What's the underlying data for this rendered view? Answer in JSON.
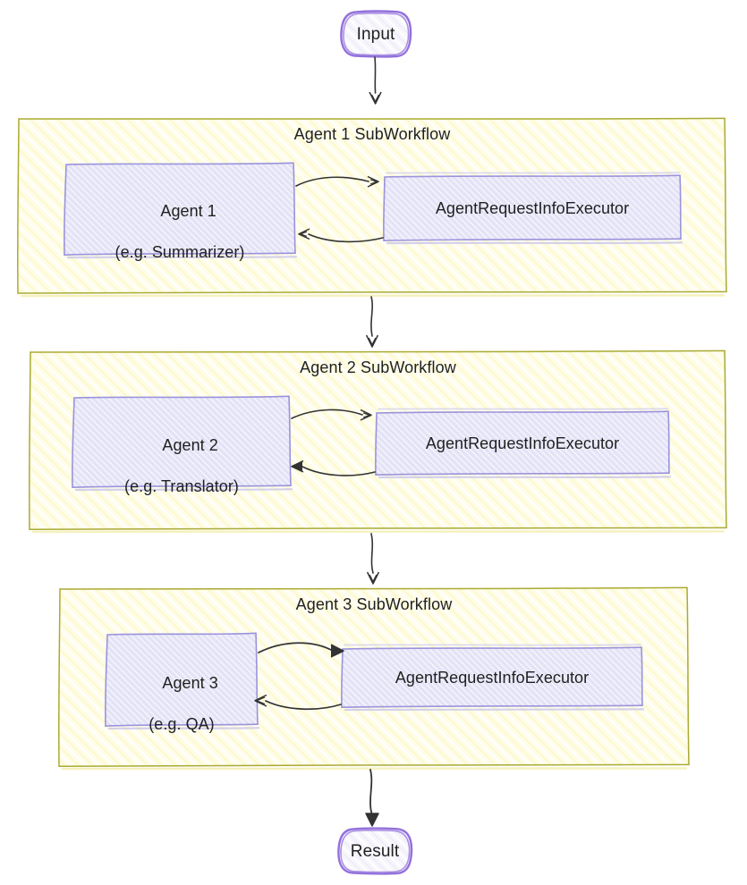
{
  "diagram": {
    "type": "flowchart",
    "direction": "top-to-bottom",
    "renderer": "hand-drawn-sketch",
    "background_color": "#ffffff"
  },
  "colors": {
    "terminal_border": "#9370db",
    "terminal_fill": "#f4f3fb",
    "node_border": "#9a93dd",
    "node_fill": "#e2e1f5",
    "cluster_border": "#aaaa33",
    "cluster_fill": "#fffde7",
    "edge_stroke": "#333333",
    "text": "#1f2020"
  },
  "terminals": {
    "start": {
      "label": "Input",
      "shape": "stadium"
    },
    "end": {
      "label": "Result",
      "shape": "stadium"
    }
  },
  "clusters": [
    {
      "id": "agent1-subworkflow",
      "title": "Agent 1 SubWorkflow",
      "nodes": [
        {
          "id": "agent-1",
          "line1": "Agent 1",
          "line2": "(e.g. Summarizer)",
          "shape": "rect"
        },
        {
          "id": "agent-1-request-info-executor",
          "line1": "AgentRequestInfoExecutor",
          "line2": "",
          "shape": "rect"
        }
      ],
      "edges": [
        {
          "from": "agent-1",
          "to": "agent-1-request-info-executor",
          "label": ""
        },
        {
          "from": "agent-1-request-info-executor",
          "to": "agent-1",
          "label": ""
        }
      ]
    },
    {
      "id": "agent2-subworkflow",
      "title": "Agent 2 SubWorkflow",
      "nodes": [
        {
          "id": "agent-2",
          "line1": "Agent 2",
          "line2": "(e.g. Translator)",
          "shape": "rect"
        },
        {
          "id": "agent-2-request-info-executor",
          "line1": "AgentRequestInfoExecutor",
          "line2": "",
          "shape": "rect"
        }
      ],
      "edges": [
        {
          "from": "agent-2",
          "to": "agent-2-request-info-executor",
          "label": ""
        },
        {
          "from": "agent-2-request-info-executor",
          "to": "agent-2",
          "label": ""
        }
      ]
    },
    {
      "id": "agent3-subworkflow",
      "title": "Agent 3 SubWorkflow",
      "nodes": [
        {
          "id": "agent-3",
          "line1": "Agent 3",
          "line2": "(e.g. QA)",
          "shape": "rect"
        },
        {
          "id": "agent-3-request-info-executor",
          "line1": "AgentRequestInfoExecutor",
          "line2": "",
          "shape": "rect"
        }
      ],
      "edges": [
        {
          "from": "agent-3",
          "to": "agent-3-request-info-executor",
          "label": ""
        },
        {
          "from": "agent-3-request-info-executor",
          "to": "agent-3",
          "label": ""
        }
      ]
    }
  ],
  "cluster_edges": [
    {
      "from": "start",
      "to": "agent1-subworkflow",
      "label": ""
    },
    {
      "from": "agent1-subworkflow",
      "to": "agent2-subworkflow",
      "label": ""
    },
    {
      "from": "agent2-subworkflow",
      "to": "agent3-subworkflow",
      "label": ""
    },
    {
      "from": "agent3-subworkflow",
      "to": "end",
      "label": ""
    }
  ]
}
